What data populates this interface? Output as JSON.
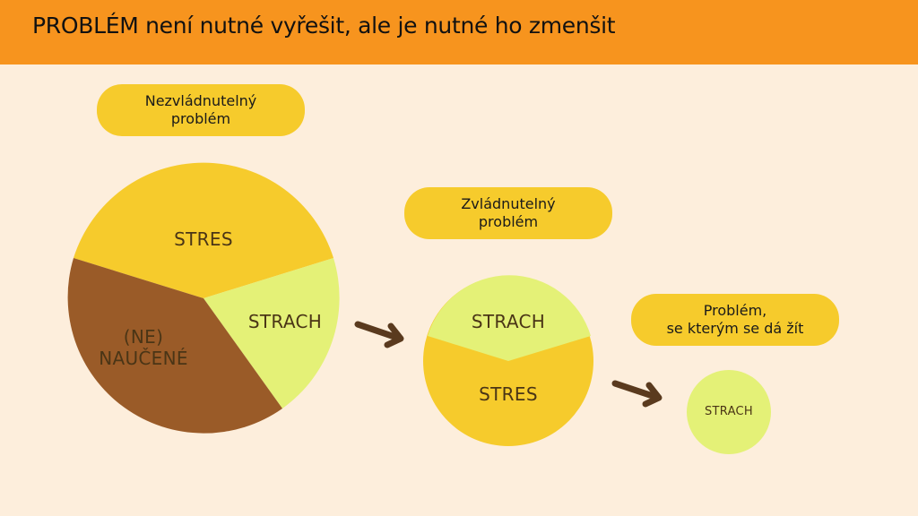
{
  "header": {
    "title": "PROBLÉM není nutné vyřešit, ale je nutné ho zmenšit",
    "background": "#F7941E"
  },
  "stages": [
    {
      "label_line1": "Nezvládnutelný",
      "label_line2": "problém",
      "segments": [
        {
          "name": "STRES",
          "color": "#F6CB2C"
        },
        {
          "name": "STRACH",
          "color": "#E4F177"
        },
        {
          "name_line1": "(NE)",
          "name_line2": "NAUČENÉ",
          "color": "#9A5B28"
        }
      ]
    },
    {
      "label_line1": "Zvládnutelný",
      "label_line2": "problém",
      "segments": [
        {
          "name": "STRACH",
          "color": "#E4F177"
        },
        {
          "name": "STRES",
          "color": "#F6CB2C"
        }
      ]
    },
    {
      "label_line1": "Problém,",
      "label_line2": "se kterým se dá žít",
      "segments": [
        {
          "name": "STRACH",
          "color": "#E4F177"
        }
      ]
    }
  ],
  "colors": {
    "background": "#FDEEDC",
    "pill": "#F6CB2C",
    "arrow": "#5A3A1E",
    "text": "#4a3516"
  }
}
